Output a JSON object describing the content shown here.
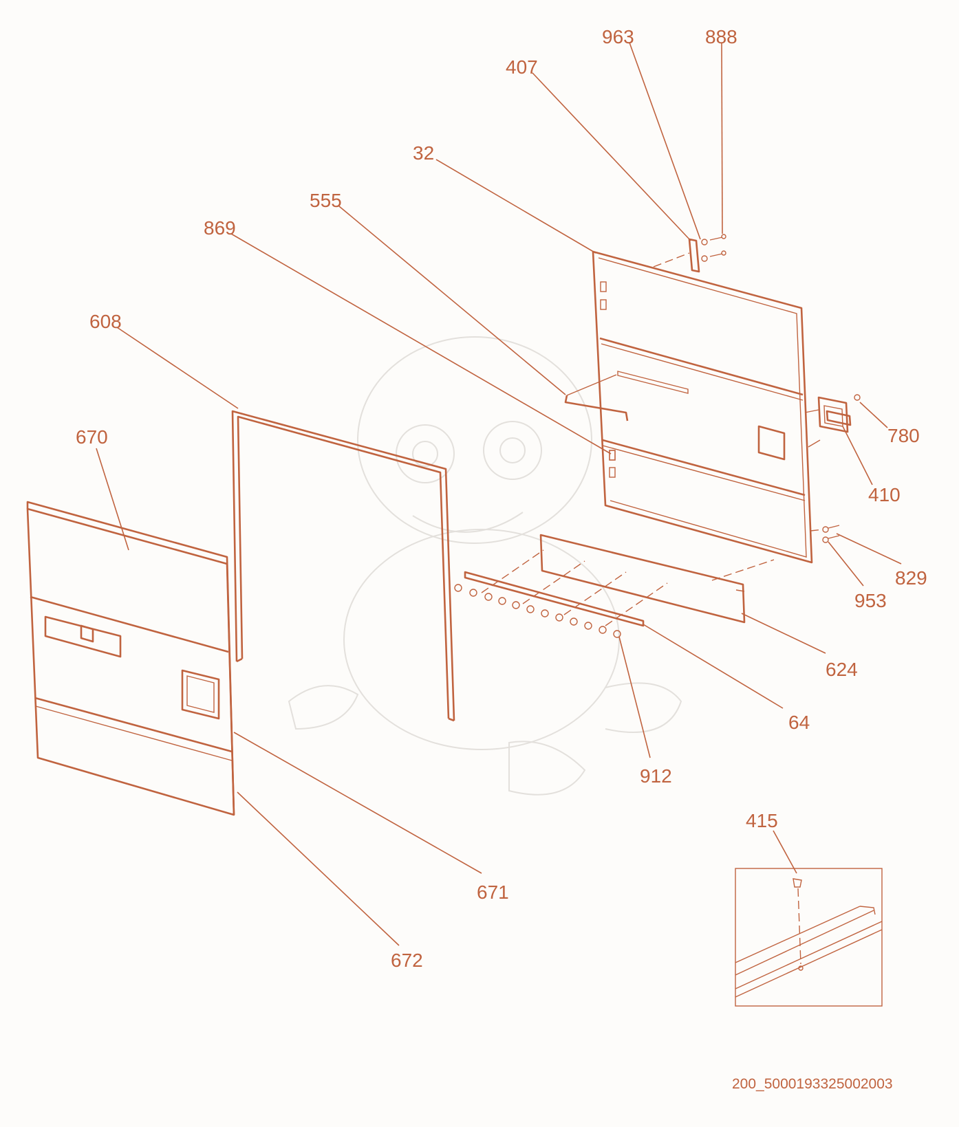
{
  "callouts": {
    "c963": "963",
    "c888": "888",
    "c407": "407",
    "c32": "32",
    "c555": "555",
    "c869": "869",
    "c608": "608",
    "c670": "670",
    "c780": "780",
    "c410": "410",
    "c829": "829",
    "c953": "953",
    "c624": "624",
    "c64": "64",
    "c912": "912",
    "c671": "671",
    "c672": "672",
    "c415": "415"
  },
  "document_code": "200_5000193325002003",
  "colors": {
    "line": "#c0633f",
    "background": "#fdfcfa",
    "watermark": "#e3e0dc"
  },
  "watermark": "dragon-mascot"
}
